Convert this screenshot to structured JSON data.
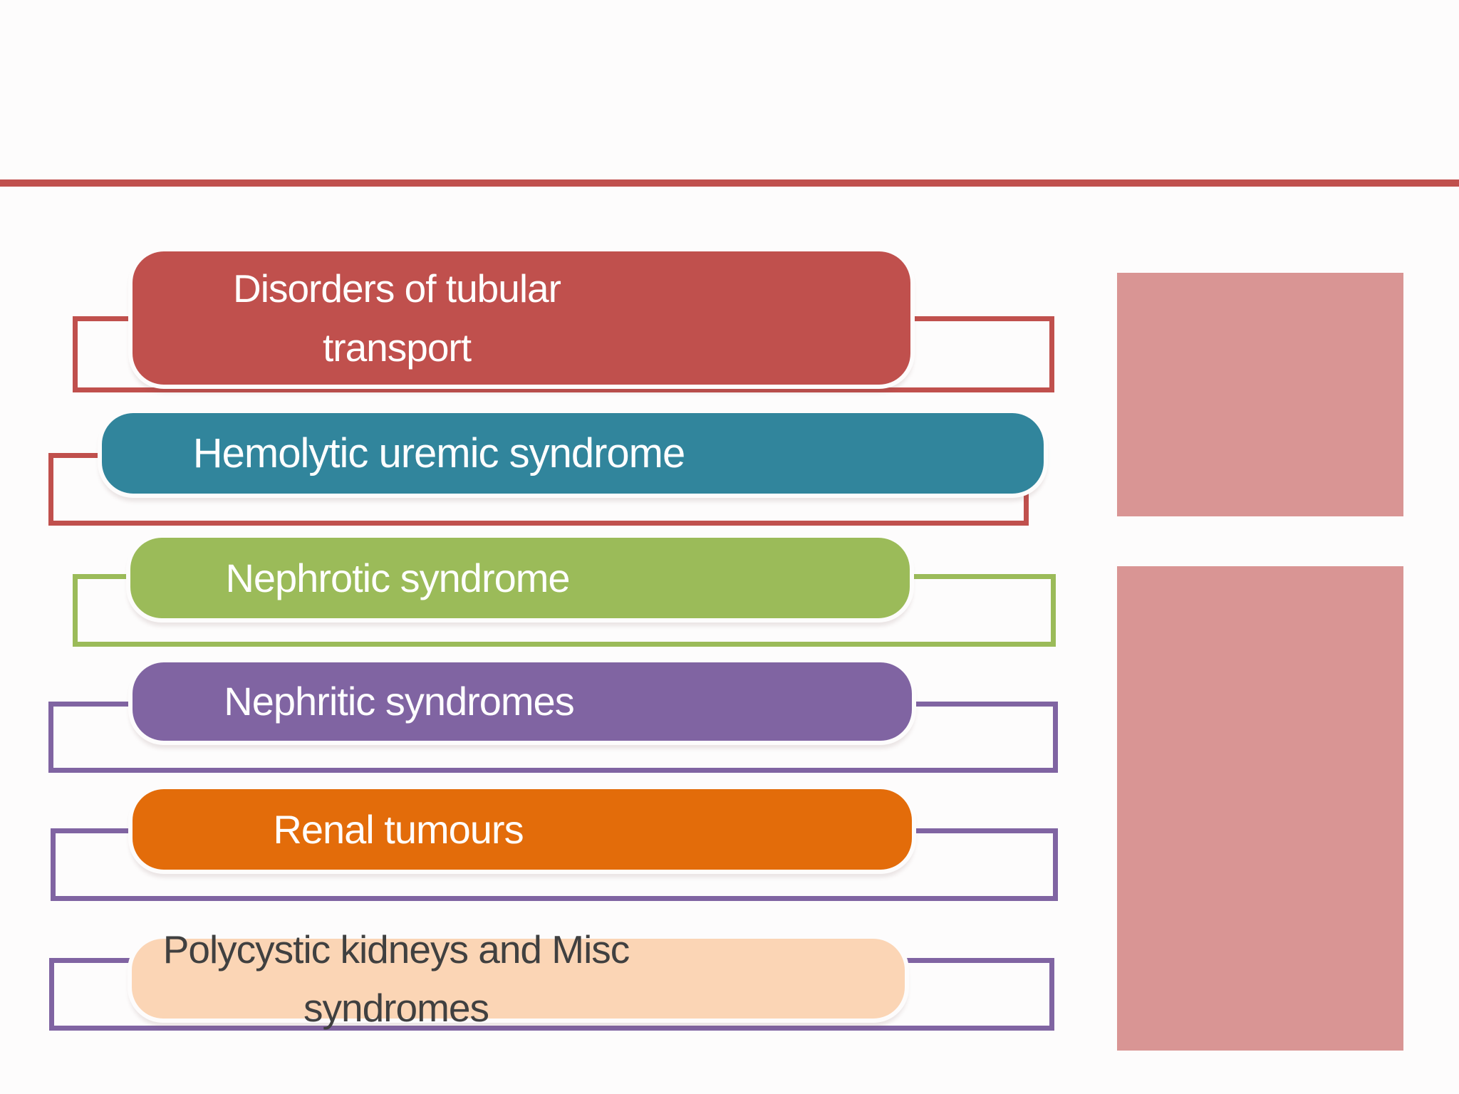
{
  "slide": {
    "background": "#fdfcfc",
    "top_rule_color": "#c0504d"
  },
  "list": {
    "items": [
      {
        "label": "Disorders of tubular transport",
        "fill": "#c0504d",
        "text_color": "#ffffff",
        "outline_color": "#c0504d"
      },
      {
        "label": "Hemolytic uremic syndrome",
        "fill": "#31859c",
        "text_color": "#ffffff",
        "outline_color": "#c0504d"
      },
      {
        "label": "Nephrotic syndrome",
        "fill": "#9bbb59",
        "text_color": "#ffffff",
        "outline_color": "#9bbb59"
      },
      {
        "label": "Nephritic syndromes",
        "fill": "#8064a2",
        "text_color": "#ffffff",
        "outline_color": "#8064a2"
      },
      {
        "label": "Renal tumours",
        "fill": "#e36c0a",
        "text_color": "#ffffff",
        "outline_color": "#8064a2"
      },
      {
        "label": "Polycystic kidneys and Misc syndromes",
        "fill": "#fbd5b5",
        "text_color": "#404040",
        "outline_color": "#8064a2"
      }
    ]
  },
  "side_panels": [
    {
      "position": "upper",
      "color": "#d99594"
    },
    {
      "position": "lower",
      "color": "#d99594"
    }
  ]
}
